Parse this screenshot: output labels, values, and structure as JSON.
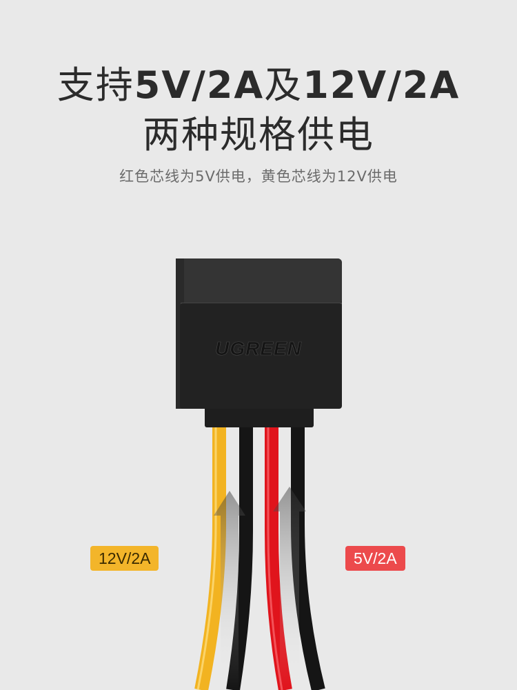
{
  "headline": {
    "line1_prefix": "支持",
    "line1_bold": "5V/2A",
    "line1_mid": "及",
    "line1_bold2": "12V/2A",
    "line2": "两种规格供电"
  },
  "subtitle": "红色芯线为5V供电，黄色芯线为12V供电",
  "product": {
    "brand_logo_text": "UGREEN",
    "wire_colors": {
      "yellow": "#f2b321",
      "black": "#151515",
      "red": "#e0141c"
    }
  },
  "labels": {
    "yellow_label": "12V/2A",
    "red_label": "5V/2A"
  },
  "colors": {
    "background": "#e9e9e9",
    "badge_yellow": "#f3b52a",
    "badge_red": "#ec4a4c"
  }
}
